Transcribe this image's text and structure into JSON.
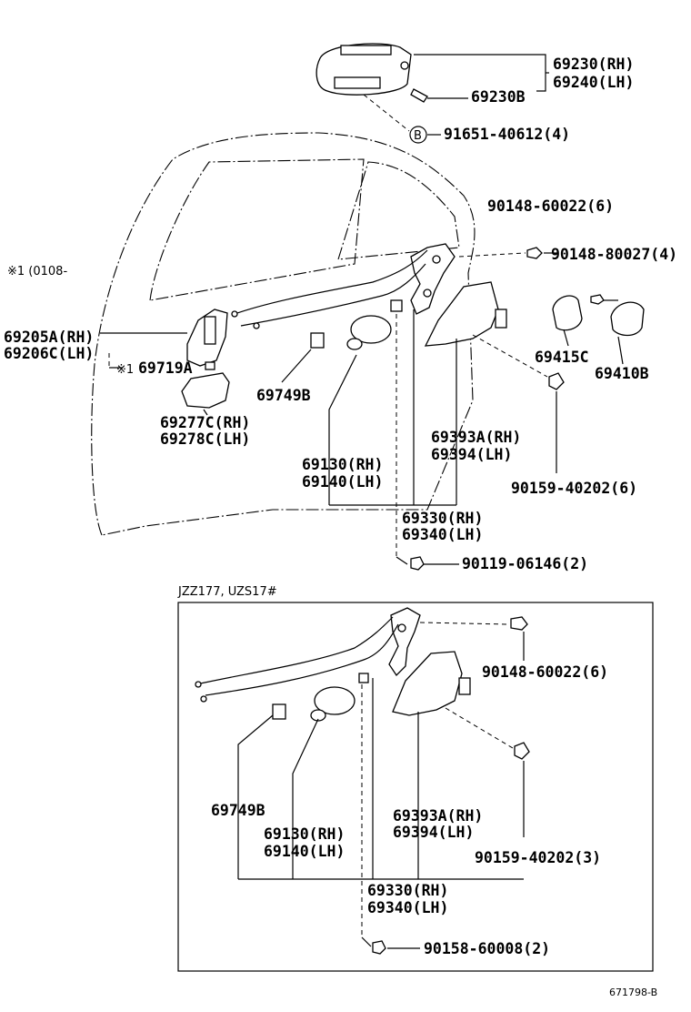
{
  "labels": {
    "p69230_rh": "69230(RH)",
    "p69240_lh": "69240(LH)",
    "p69230b": "69230B",
    "b_marker": "B",
    "p91651": "91651-40612(4)",
    "p90148_60022_a": "90148-60022(6)",
    "p90148_80027": "90148-80027(4)",
    "note_0108": "※1 (0108-",
    "p69205a": "69205A(RH)",
    "p69206c": "69206C(LH)",
    "note_1": "※1",
    "p69719a": "69719A",
    "p69415c": "69415C",
    "p69410b": "69410B",
    "p69749b_a": "69749B",
    "p69277c": "69277C(RH)",
    "p69278c": "69278C(LH)",
    "p69393a_a": "69393A(RH)",
    "p69394_a": "69394(LH)",
    "p69130_a": "69130(RH)",
    "p69140_a": "69140(LH)",
    "p90159_a": "90159-40202(6)",
    "p69330_a": "69330(RH)",
    "p69340_a": "69340(LH)",
    "p90119": "90119-06146(2)",
    "section_title": "JZZ177, UZS17#",
    "p90148_60022_b": "90148-60022(6)",
    "p69749b_b": "69749B",
    "p69393a_b": "69393A(RH)",
    "p69394_b": "69394(LH)",
    "p69130_b": "69130(RH)",
    "p69140_b": "69140(LH)",
    "p90159_b": "90159-40202(3)",
    "p69330_b": "69330(RH)",
    "p69340_b": "69340(LH)",
    "p90158": "90158-60008(2)",
    "figure_id": "671798-B"
  }
}
